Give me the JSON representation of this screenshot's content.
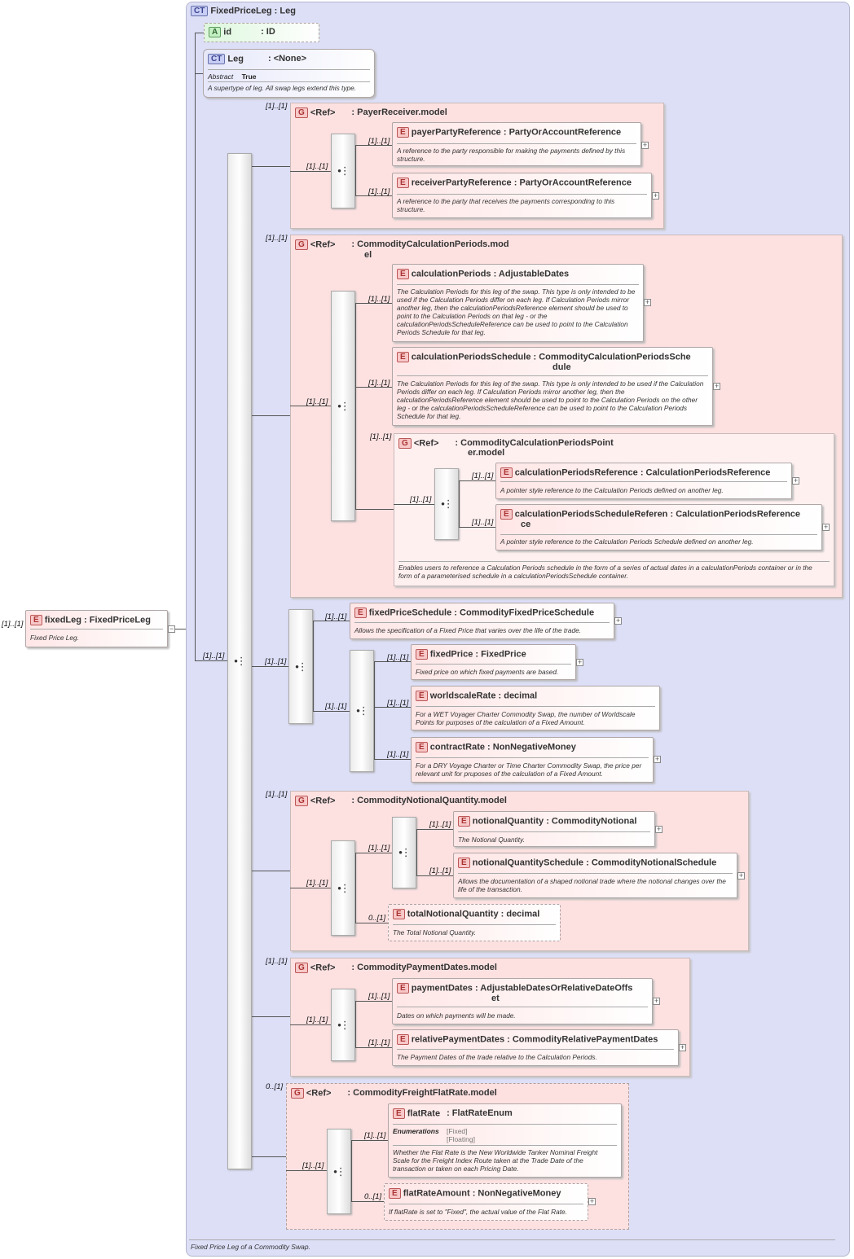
{
  "root": {
    "name": "fixedLeg",
    "type": ": FixedPriceLeg",
    "card": "[1]..[1]",
    "doc": "Fixed Price Leg."
  },
  "complex_type": {
    "name": "FixedPriceLeg",
    "base": ": Leg",
    "doc": "Fixed Price Leg of a Commodity Swap."
  },
  "attr": {
    "name": "id",
    "type": ": ID"
  },
  "leg": {
    "name": "Leg",
    "type": ": <None>",
    "abstract_label": "Abstract",
    "abstract_value": "True",
    "doc": "A supertype of leg. All swap legs extend this type."
  },
  "g1": {
    "ref": "<Ref>",
    "name": ": PayerReceiver.model",
    "card": "[1]..[1]",
    "seq_card": "[1]..[1]",
    "e1": {
      "name": "payerPartyReference",
      "type": ": PartyOrAccountReference",
      "card": "[1]..[1]",
      "doc": "A reference to the party responsible for making the payments defined by this structure."
    },
    "e2": {
      "name": "receiverPartyReference",
      "type": ": PartyOrAccountReference",
      "card": "[1]..[1]",
      "doc": "A reference to the party that receives the payments corresponding to this structure."
    }
  },
  "g2": {
    "ref": "<Ref>",
    "name_l1": ": CommodityCalculationPeriods.mod",
    "name_l2": "el",
    "card": "[1]..[1]",
    "seq_card": "[1]..[1]",
    "e1": {
      "name": "calculationPeriods",
      "type": ": AdjustableDates",
      "card": "[1]..[1]",
      "doc": "The Calculation Periods for this leg of the swap. This type is only intended to be used if the Calculation Periods differ on each leg. If Calculation Periods mirror another leg, then the calculationPeriodsReference element should be used to point to the Calculation Periods on that leg - or the calculationPeriodsScheduleReference can be used to point to the Calculation Periods Schedule for that leg."
    },
    "e2": {
      "name": "calculationPeriodsSchedule",
      "type_l1": ": CommodityCalculationPeriodsSche",
      "type_l2": "dule",
      "card": "[1]..[1]",
      "doc": "The Calculation Periods for this leg of the swap. This type is only intended to be used if the Calculation Periods differ on each leg. If Calculation Periods mirror another leg, then the calculationPeriodsReference element should be used to point to the Calculation Periods on the other leg - or the calculationPeriodsScheduleReference can be used to point to the Calculation Periods Schedule for that leg."
    },
    "g3": {
      "ref": "<Ref>",
      "name_l1": ": CommodityCalculationPeriodsPoint",
      "name_l2": "er.model",
      "card": "[1]..[1]",
      "seq_card": "[1]..[1]",
      "doc": "Enables users to reference a Calculation Periods schedule in the form of a series of actual dates in a calculationPeriods container or in the form of a parameterised schedule in a calculationPeriodsSchedule container.",
      "e1": {
        "name": "calculationPeriodsReference",
        "type": ": CalculationPeriodsReference",
        "card": "[1]..[1]",
        "doc": "A pointer style reference to the Calculation Periods defined on another leg."
      },
      "e2": {
        "name_l1": "calculationPeriodsScheduleReferen",
        "name_l2": "ce",
        "type": ": CalculationPeriodsReference",
        "card": "[1]..[1]",
        "doc": "A pointer style reference to the Calculation Periods Schedule defined on another leg."
      }
    }
  },
  "choice": {
    "card": "[1]..[1]",
    "inner_card": "[1]..[1]",
    "fps": {
      "name": "fixedPriceSchedule",
      "type": ": CommodityFixedPriceSchedule",
      "card": "[1]..[1]",
      "doc": "Allows the specification of a Fixed Price that varies over the life of the trade."
    },
    "fp": {
      "name": "fixedPrice",
      "type": ": FixedPrice",
      "card": "[1]..[1]",
      "doc": "Fixed price on which fixed payments are based."
    },
    "wr": {
      "name": "worldscaleRate",
      "type": ": decimal",
      "card": "[1]..[1]",
      "doc": "For a WET Voyager Charter Commodity Swap, the number of Worldscale Points for purposes of the calculation of a Fixed Amount."
    },
    "cr": {
      "name": "contractRate",
      "type": ": NonNegativeMoney",
      "card": "[1]..[1]",
      "doc": "For a DRY Voyage Charter or Time Charter Commodity Swap, the price per relevant unit for pruposes of the calculation of a Fixed Amount."
    }
  },
  "g4": {
    "ref": "<Ref>",
    "name": ": CommodityNotionalQuantity.model",
    "card": "[1]..[1]",
    "seq_card": "[1]..[1]",
    "inner_card": "[1]..[1]",
    "e1": {
      "name": "notionalQuantity",
      "type": ": CommodityNotional",
      "card": "[1]..[1]",
      "doc": "The Notional Quantity."
    },
    "e2": {
      "name": "notionalQuantitySchedule",
      "type": ": CommodityNotionalSchedule",
      "card": "[1]..[1]",
      "doc": "Allows the documentation of a shaped notional trade where the notional changes over the life of the transaction."
    },
    "e3": {
      "name": "totalNotionalQuantity",
      "type": ": decimal",
      "card": "0..[1]",
      "doc": "The Total Notional Quantity."
    }
  },
  "g5": {
    "ref": "<Ref>",
    "name": ": CommodityPaymentDates.model",
    "card": "[1]..[1]",
    "seq_card": "[1]..[1]",
    "e1": {
      "name": "paymentDates",
      "type_l1": ": AdjustableDatesOrRelativeDateOffs",
      "type_l2": "et",
      "card": "[1]..[1]",
      "doc": "Dates on which payments will be made."
    },
    "e2": {
      "name": "relativePaymentDates",
      "type": ": CommodityRelativePaymentDates",
      "card": "[1]..[1]",
      "doc": "The Payment Dates of the trade relative to the Calculation Periods."
    }
  },
  "g6": {
    "ref": "<Ref>",
    "name": ": CommodityFreightFlatRate.model",
    "card": "0..[1]",
    "seq_card": "[1]..[1]",
    "e1": {
      "name": "flatRate",
      "type": ": FlatRateEnum",
      "card": "[1]..[1]",
      "enum_label": "Enumerations",
      "enum1": "[Fixed]",
      "enum2": "[Floating]",
      "doc": "Whether the Flat Rate is the New Worldwide Tanker Nominal Freight Scale for the Freight Index Route taken at the Trade Date of the transaction or taken on each Pricing Date."
    },
    "e2": {
      "name": "flatRateAmount",
      "type": ": NonNegativeMoney",
      "card": "0..[1]",
      "doc": "If flatRate is set to \"Fixed\", the actual value of the Flat Rate."
    }
  },
  "main_seq_card": "[1]..[1]",
  "badges": {
    "element": "E",
    "group": "G",
    "complex": "CT",
    "attribute": "A"
  }
}
